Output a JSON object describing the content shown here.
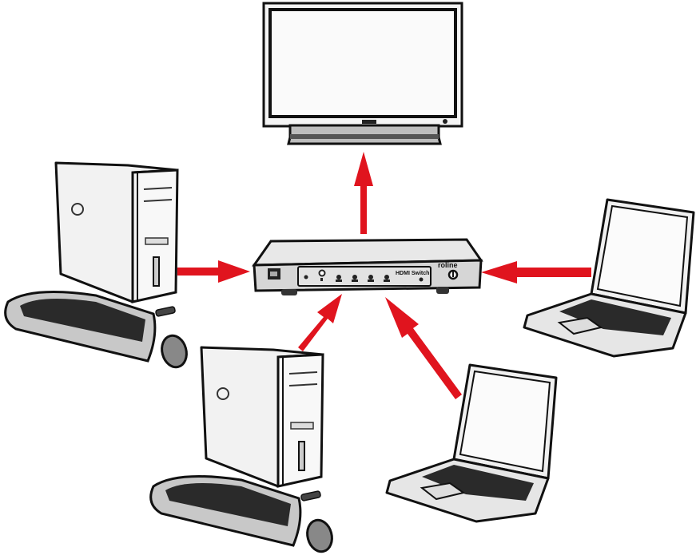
{
  "diagram": {
    "type": "hdmi-switch-topology",
    "description": "Four source devices connected to an HDMI switch which outputs to one display",
    "arrow_color": "#e0141e",
    "line_color": "#111111",
    "fill_light": "#f2f2f2",
    "fill_mid": "#c8c8c8",
    "fill_dark": "#2a2a2a"
  },
  "nodes": {
    "display": {
      "label": "Flat-panel display (output)"
    },
    "switch": {
      "label": "HDMI switch",
      "panel_text": "HDMI Switch",
      "brand_text": "roline",
      "buttons": 4
    },
    "pc_top_left": {
      "label": "Desktop PC with keyboard and mouse (input 1)"
    },
    "pc_bottom_left": {
      "label": "Desktop PC with keyboard and mouse (input 2)"
    },
    "laptop_right": {
      "label": "Laptop (input 3)"
    },
    "laptop_bottom_right": {
      "label": "Laptop (input 4)"
    }
  },
  "edges": [
    {
      "from": "switch",
      "to": "display",
      "direction": "up"
    },
    {
      "from": "pc_top_left",
      "to": "switch",
      "direction": "right"
    },
    {
      "from": "laptop_right",
      "to": "switch",
      "direction": "left"
    },
    {
      "from": "pc_bottom_left",
      "to": "switch",
      "direction": "up-right"
    },
    {
      "from": "laptop_bottom_right",
      "to": "switch",
      "direction": "up-left"
    }
  ]
}
